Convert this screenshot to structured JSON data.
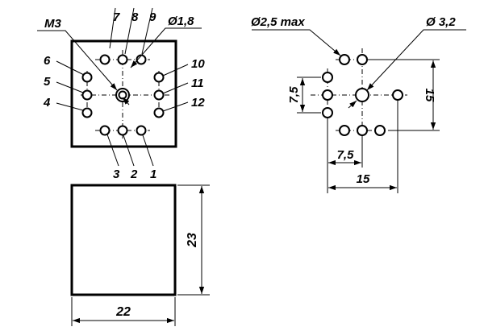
{
  "top_view": {
    "screw_label": "M3",
    "hole_diameter_label": "Ø1,8",
    "pin_labels": {
      "p1": "1",
      "p2": "2",
      "p3": "3",
      "p4": "4",
      "p5": "5",
      "p6": "6",
      "p7": "7",
      "p8": "8",
      "p9": "9",
      "p10": "10",
      "p11": "11",
      "p12": "12"
    }
  },
  "side_view": {
    "height_label": "23",
    "width_label": "22"
  },
  "footprint": {
    "max_hole_label": "Ø2,5 max",
    "center_hole_label": "Ø 3,2",
    "vertical_half_pitch_label": "7,5",
    "vertical_pitch_label": "15",
    "horizontal_half_pitch_label": "7,5",
    "horizontal_pitch_label": "15"
  }
}
